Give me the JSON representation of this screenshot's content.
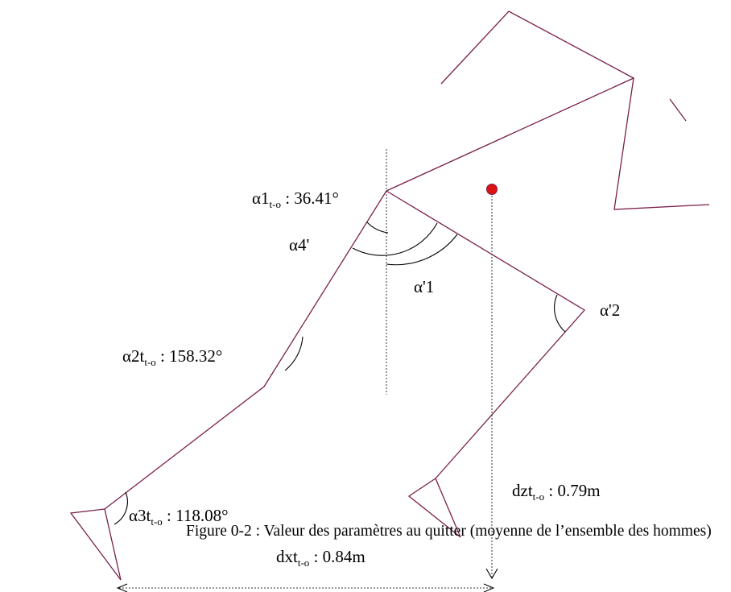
{
  "labels": {
    "a1_main": "α1",
    "a1_sub": "t-o",
    "a1_value": " : 36.41°",
    "a4p": "α4'",
    "ap1": "α'1",
    "ap2": "α'2",
    "a2_main": "α2t",
    "a2_sub": "t-o",
    "a2_value": " : 158.32°",
    "a3_main": "α3t",
    "a3_sub": "t-o",
    "a3_value": " : 118.08°",
    "dz_main": "dzt",
    "dz_sub": "t-o",
    "dz_value": " : 0.79m",
    "dx_main": "dxt",
    "dx_sub": "t-o",
    "dx_value": " : 0.84m"
  },
  "caption": "Figure 0-2 : Valeur des paramètres au quitter (moyenne de l’ensemble des hommes)",
  "colors": {
    "limb": "#7a1f4a",
    "center_of_mass": "#dd1111"
  }
}
